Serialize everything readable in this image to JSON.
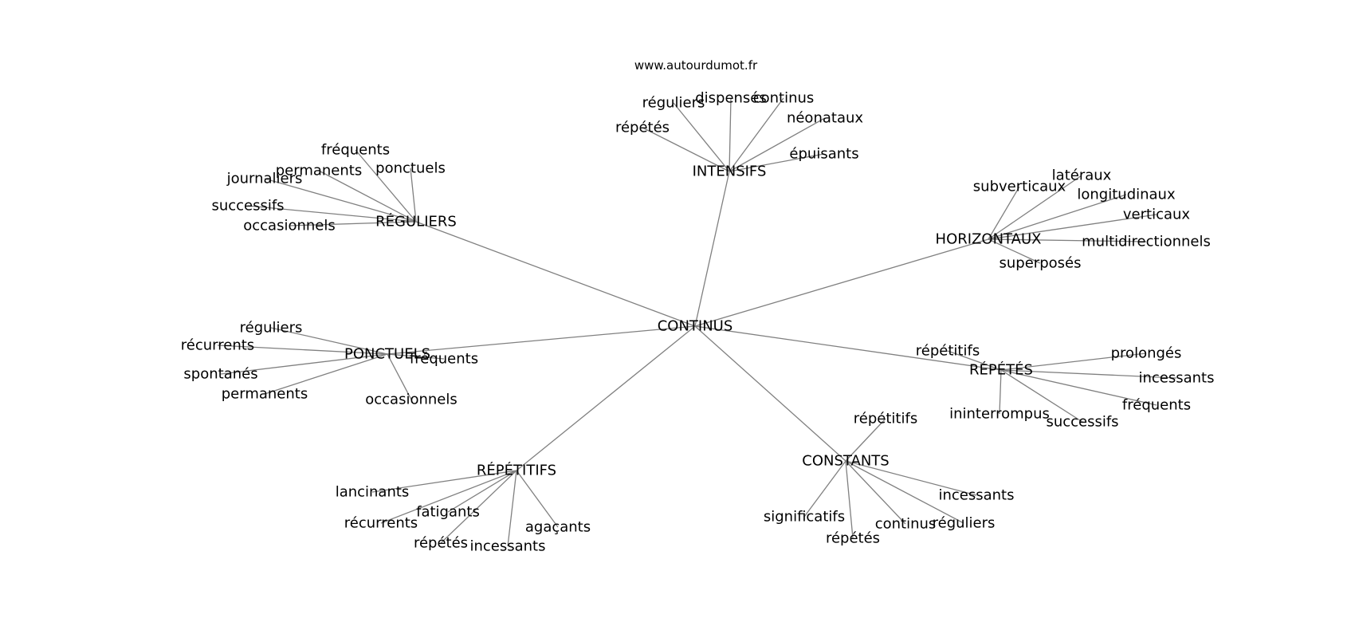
{
  "site": "www.autourdumot.fr",
  "root": {
    "id": "root",
    "label": "CONTINUS"
  },
  "hubs": [
    {
      "id": "intensifs",
      "label": "INTENSIFS",
      "leaves": [
        "réguliers",
        "dispensés",
        "continus",
        "néonataux",
        "répétés",
        "épuisants"
      ]
    },
    {
      "id": "reguliers",
      "label": "RÉGULIERS",
      "leaves": [
        "fréquents",
        "permanents",
        "ponctuels",
        "journaliers",
        "successifs",
        "occasionnels"
      ]
    },
    {
      "id": "horizontaux",
      "label": "HORIZONTAUX",
      "leaves": [
        "latéraux",
        "subverticaux",
        "longitudinaux",
        "verticaux",
        "multidirectionnels",
        "superposés"
      ]
    },
    {
      "id": "ponctuels",
      "label": "PONCTUELS",
      "leaves": [
        "réguliers",
        "récurrents",
        "fréquents",
        "spontanés",
        "permanents",
        "occasionnels"
      ]
    },
    {
      "id": "repetes",
      "label": "RÉPÉTÉS",
      "leaves": [
        "répétitifs",
        "prolongés",
        "incessants",
        "fréquents",
        "ininterrompus",
        "successifs"
      ]
    },
    {
      "id": "constants",
      "label": "CONSTANTS",
      "leaves": [
        "répétitifs",
        "incessants",
        "significatifs",
        "continus",
        "réguliers",
        "répétés"
      ]
    },
    {
      "id": "repetitifs",
      "label": "RÉPÉTITIFS",
      "leaves": [
        "lancinants",
        "fatigants",
        "récurrents",
        "agaçants",
        "répétés",
        "incessants"
      ]
    }
  ]
}
